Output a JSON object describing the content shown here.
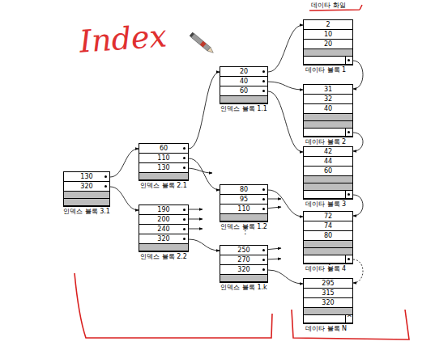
{
  "diagram": {
    "nodes": [
      {
        "text": [
          "130",
          "320",
          "인덱스 블록 3.1"
        ]
      },
      {
        "text": [
          "60",
          "110",
          "130",
          "인덱스 블록 2.1"
        ]
      },
      {
        "text": [
          "190",
          "200",
          "240",
          "320",
          "인덱스 블록 2.2"
        ]
      },
      {
        "text": [
          "20",
          "40",
          "60",
          "인덱스 블록 1.1"
        ]
      },
      {
        "text": [
          "80",
          "95",
          "110",
          "인덱스 블록 1.2"
        ]
      },
      {
        "text": [
          "250",
          "270",
          "320",
          "인덱스 블록 1.k"
        ]
      },
      {
        "text": [
          "2",
          "10",
          "20",
          "데이타 블록 1"
        ]
      },
      {
        "text": [
          "31",
          "32",
          "40",
          "데이타 블록 2"
        ]
      },
      {
        "text": [
          "42",
          "44",
          "60",
          "데이타 블록 3"
        ]
      },
      {
        "text": [
          "72",
          "74",
          "80",
          "데이타 블록 4"
        ]
      },
      {
        "text": [
          "295",
          "315",
          "320",
          "데이타 블록 N"
        ]
      }
    ],
    "edges": [
      {
        "from": 0,
        "to": 1,
        "arrow": "to"
      },
      {
        "from": 0,
        "to": 2,
        "arrow": "to"
      },
      {
        "from": 1,
        "to": 3,
        "arrow": "to"
      },
      {
        "from": 1,
        "to": 4,
        "arrow": "to"
      },
      {
        "from": 2,
        "to": 5,
        "arrow": "to"
      },
      {
        "from": 3,
        "to": 6,
        "arrow": "to"
      },
      {
        "from": 3,
        "to": 7,
        "arrow": "to"
      },
      {
        "from": 3,
        "to": 8,
        "arrow": "to"
      },
      {
        "from": 4,
        "to": 9,
        "arrow": "to"
      },
      {
        "from": 5,
        "to": 10,
        "arrow": "to"
      },
      {
        "from": 6,
        "to": 7,
        "arrow": "to"
      },
      {
        "from": 7,
        "to": 8,
        "arrow": "to"
      },
      {
        "from": 8,
        "to": 9,
        "arrow": "to"
      },
      {
        "from": 9,
        "to": 10,
        "arrow": "to"
      }
    ],
    "labels": [
      "Index",
      "데이타 화일",
      "⋮",
      "⋮",
      "^"
    ]
  }
}
